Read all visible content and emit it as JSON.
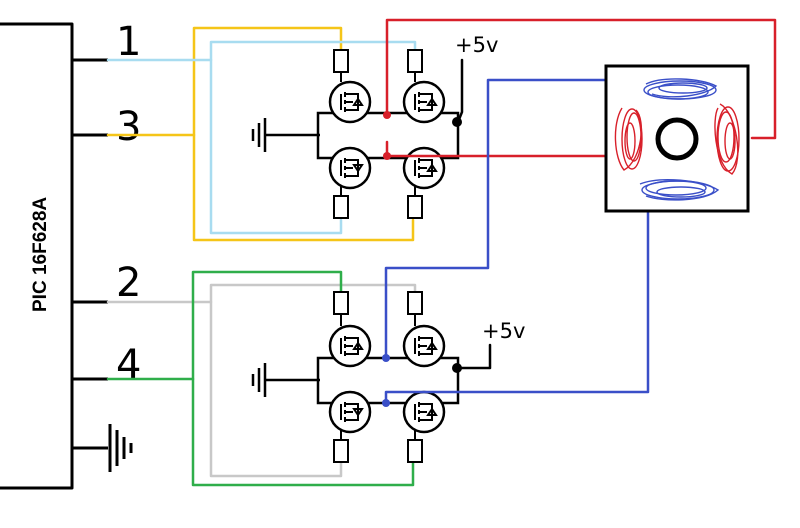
{
  "chip": {
    "label": "PIC 16F628A"
  },
  "pins": {
    "p1": "1",
    "p3": "3",
    "p2": "2",
    "p4": "4"
  },
  "supply": {
    "top": "+5v",
    "bottom": "+5v"
  },
  "colors": {
    "wire_black": "#000000",
    "wire_yellow": "#f5c518",
    "wire_lightblue": "#a8dcf0",
    "wire_grey": "#c8c8c8",
    "wire_green": "#2fae4a",
    "wire_red": "#d8202a",
    "wire_blue": "#3a4fc8",
    "motor_scribble_red": "#d8202a",
    "motor_scribble_blue": "#3a4fc8"
  },
  "icons": {
    "ground": "ground-icon",
    "mosfet": "mosfet-icon",
    "resistor": "resistor-icon",
    "motor": "stepper-motor-icon"
  }
}
